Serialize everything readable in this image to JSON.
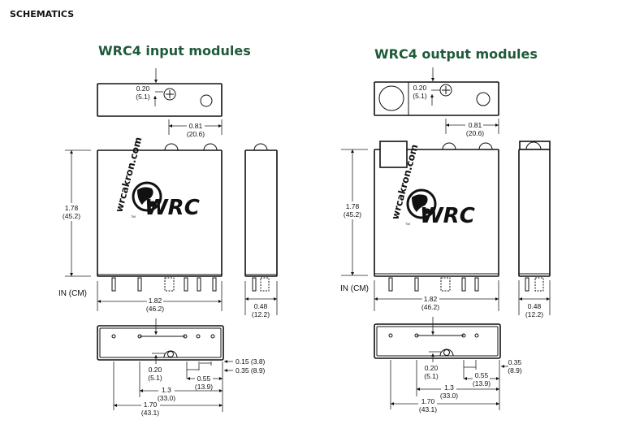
{
  "section_heading": "SCHEMATICS",
  "logo": {
    "url": "wrcakron.com",
    "brand": "WRC",
    "tm": "TM"
  },
  "title_color": "#1f5a3a",
  "input_module": {
    "title": "WRC4 input modules",
    "units": "IN (CM)",
    "top_view": {
      "hole_offset": "0.20",
      "hole_offset_cm": "(5.1)",
      "width": "0.81",
      "width_cm": "(20.6)"
    },
    "front_view": {
      "height": "1.78",
      "height_cm": "(45.2)",
      "width": "1.82",
      "width_cm": "(46.2)"
    },
    "side_view": {
      "depth": "0.48",
      "depth_cm": "(12.2)"
    },
    "bottom_view": {
      "offset": "0.20",
      "offset_cm": "(5.1)",
      "d1": "0.15 (3.8)",
      "d2": "0.35 (8.9)",
      "d3": "0.55",
      "d3_cm": "(13.9)",
      "d4": "1.3",
      "d4_cm": "(33.0)",
      "d5": "1.70",
      "d5_cm": "(43.1)"
    }
  },
  "output_module": {
    "title": "WRC4 output modules",
    "units": "IN (CM)",
    "top_view": {
      "hole_offset": "0.20",
      "hole_offset_cm": "(5.1)",
      "width": "0.81",
      "width_cm": "(20.6)"
    },
    "front_view": {
      "height": "1.78",
      "height_cm": "(45.2)",
      "width": "1.82",
      "width_cm": "(46.2)"
    },
    "side_view": {
      "depth": "0.48",
      "depth_cm": "(12.2)"
    },
    "bottom_view": {
      "offset": "0.20",
      "offset_cm": "(5.1)",
      "d2": "0.35",
      "d2_cm": "(8.9)",
      "d3": "0.55",
      "d3_cm": "(13.9)",
      "d4": "1.3",
      "d4_cm": "(33.0)",
      "d5": "1.70",
      "d5_cm": "(43.1)"
    }
  }
}
